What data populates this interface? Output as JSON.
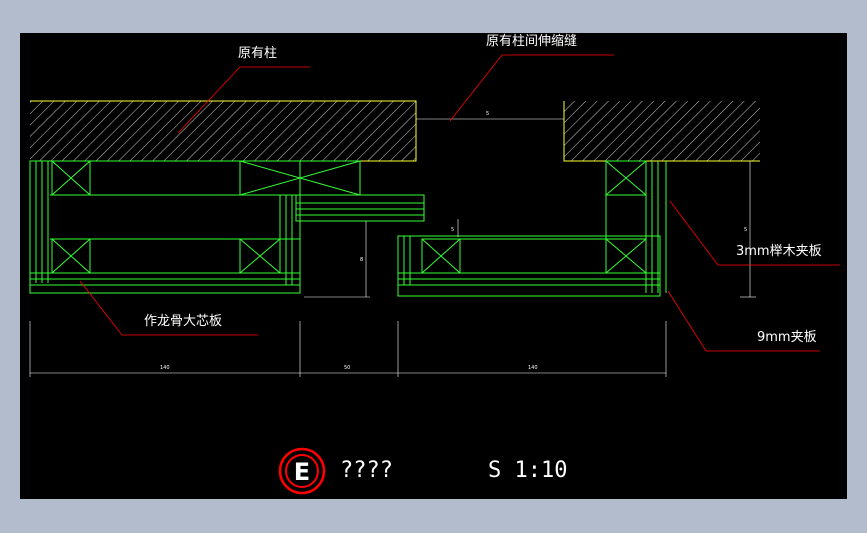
{
  "labels": {
    "column": "原有柱",
    "expansion_joint": "原有柱间伸缩缝",
    "veneer": "3mm榉木夹板",
    "plywood": "9mm夹板",
    "framing": "作龙骨大芯板"
  },
  "dimensions": {
    "left_width": "140",
    "middle_gap": "50",
    "right_width": "140",
    "joint_gap": "5",
    "vertical_right": "5",
    "vertical_mid": "8",
    "small_step": "5"
  },
  "title_block": {
    "mark": "E",
    "name": "????",
    "scale": "S 1:10"
  },
  "colors": {
    "background": "#000000",
    "column_outline": "#ffff33",
    "framing": "#33ff33",
    "dimension": "#ffffff",
    "leader": "#ff0000",
    "mark_circle": "#ff0000",
    "frame": "#b3bccc"
  }
}
